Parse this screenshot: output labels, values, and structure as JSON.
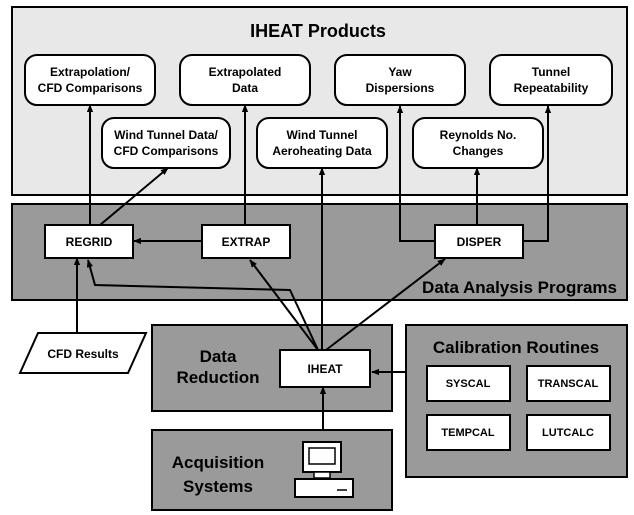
{
  "products": {
    "title": "IHEAT Products",
    "extrapolation_cfd": [
      "Extrapolation/",
      "CFD Comparisons"
    ],
    "extrapolated_data": [
      "Extrapolated",
      "Data"
    ],
    "yaw_dispersions": [
      "Yaw",
      "Dispersions"
    ],
    "tunnel_repeatability": [
      "Tunnel",
      "Repeatability"
    ],
    "wind_tunnel_cfd": [
      "Wind Tunnel Data/",
      "CFD Comparisons"
    ],
    "wind_tunnel_aeroheating": [
      "Wind Tunnel",
      "Aeroheating Data"
    ],
    "reynolds_changes": [
      "Reynolds No.",
      "Changes"
    ]
  },
  "analysis": {
    "title": "Data Analysis Programs",
    "regrid": "REGRID",
    "extrap": "EXTRAP",
    "disper": "DISPER"
  },
  "cfd_results": "CFD Results",
  "reduction": {
    "title": [
      "Data",
      "Reduction"
    ],
    "iheat": "IHEAT"
  },
  "calibration": {
    "title": "Calibration Routines",
    "syscal": "SYSCAL",
    "transcal": "TRANSCAL",
    "tempcal": "TEMPCAL",
    "lutcalc": "LUTCALC"
  },
  "acquisition": {
    "title": [
      "Acquisition",
      "Systems"
    ],
    "computer_icon": "computer-icon"
  }
}
